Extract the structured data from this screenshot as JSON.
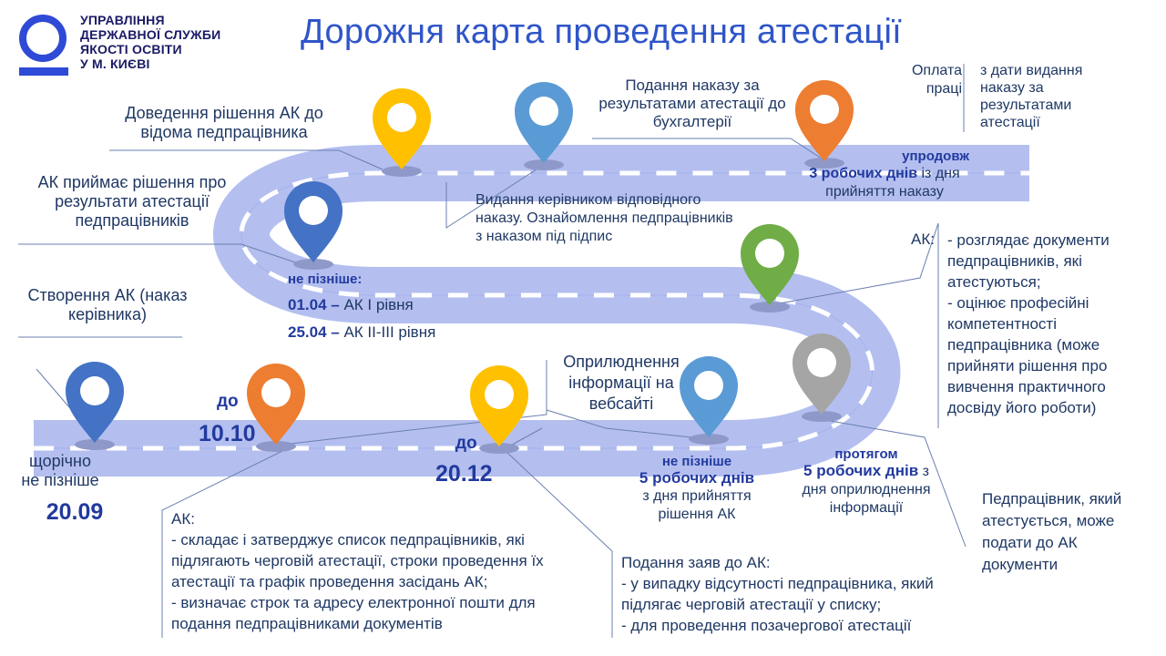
{
  "header": {
    "title": "Дорожня карта проведення атестації",
    "org_lines": [
      "УПРАВЛІННЯ",
      "ДЕРЖАВНОЇ СЛУЖБИ",
      "ЯКОСТІ ОСВІТИ",
      "У М. КИЄВІ"
    ]
  },
  "colors": {
    "blue_dark": "#4472c4",
    "blue_light": "#5b9bd5",
    "yellow": "#ffc000",
    "orange": "#ed7d31",
    "green": "#70ad47",
    "gray": "#a5a5a5",
    "road": "#b4bff0"
  },
  "steps": {
    "creation": {
      "label": "Створення АК (наказ керівника)",
      "when_1": "щорічно",
      "when_2": "не пізніше",
      "date": "20.09"
    },
    "ak_list": {
      "head": "АК:",
      "item1": "- складає і затверджує список педпрацівників, які підлягають черговій атестації, строки проведення їх атестації та графік проведення засідань АК;",
      "item2": "- визначає строк та адресу електронної пошти для подання педпрацівниками документів",
      "when_1": "до",
      "date": "10.10"
    },
    "applications": {
      "head": "Подання заяв до АК:",
      "item1": "- у випадку відсутності педпрацівника, який підлягає черговій атестації у списку;",
      "item2": "- для проведення позачергової атестації",
      "when_1": "до",
      "date": "20.12"
    },
    "publication": {
      "label": "Оприлюднення інформації на вебсайті",
      "when_1": "не пізніше",
      "days": "5 робочих днів",
      "rest": "з дня прийняття рішення АК"
    },
    "documents": {
      "label": "Педпрацівник, який атестується, може подати до АК документи",
      "when_1": "протягом",
      "days": "5 робочих днів",
      "rest_1": "з",
      "rest_2": "дня оприлюднення інформації"
    },
    "review": {
      "head": "АК:",
      "item1": "- розглядає документи педпрацівників, які атестуються;",
      "item2": "- оцінює професійні компетентності педпрацівника (може прийняти рішення про вивчення практичного досвіду його роботи)"
    },
    "decision": {
      "label": "АК приймає рішення про результати атестації педпрацівників",
      "when_1": "не пізніше:",
      "date1": "01.04 –",
      "date1_rest": "АК І рівня",
      "date2": "25.04 –",
      "date2_rest": "АК ІІ-ІІІ рівня"
    },
    "inform": {
      "label": "Доведення рішення АК до відома педпрацівника"
    },
    "order": {
      "label": "Видання керівником відповідного наказу. Ознайомлення педпрацівників з наказом під підпис"
    },
    "accounting": {
      "label": "Подання наказу за результатами атестації до бухгалтерії",
      "when_1": "упродовж",
      "days": "3 робочих днів",
      "rest_1": "із дня",
      "rest_2": "прийняття наказу"
    },
    "payment": {
      "label": "Оплата праці",
      "detail": "з дати видання наказу за результатами атестації"
    }
  }
}
